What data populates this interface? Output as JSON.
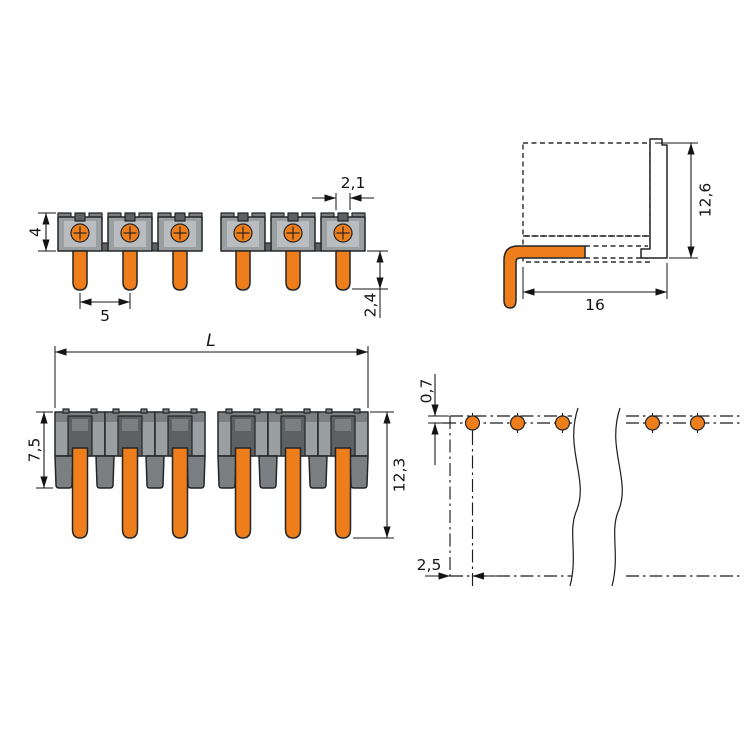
{
  "dimensions": {
    "top_view": {
      "pin_width": "2,1",
      "housing_height": "4",
      "pin_pitch": "5",
      "pin_tail": "2,4"
    },
    "side_view": {
      "overall_height": "12,6",
      "overall_depth": "16"
    },
    "front_view": {
      "overall_length": "L",
      "housing_height": "7,5",
      "overall_height": "12,3"
    },
    "footprint_view": {
      "edge_to_pin_row": "0,7",
      "edge_to_first_pin": "2,5"
    }
  },
  "colors": {
    "pin_orange": "#EE7E1C",
    "housing_gray": "#9AA0A2",
    "housing_gray_dark": "#7B7F82",
    "housing_gray_deep": "#5D6163",
    "drawing_line": "#161616",
    "background": "#FFFFFF"
  }
}
